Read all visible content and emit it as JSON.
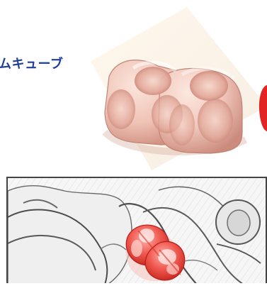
{
  "title": "ムキューブ",
  "images": {
    "product": {
      "icon": "pessary-cube-product-image",
      "colors": {
        "light": "#f6d7ce",
        "mid": "#e7b0a0",
        "dark": "#c68677",
        "accent": "#e32424"
      }
    },
    "anatomy": {
      "icon": "pelvic-anatomy-illustration",
      "colors": {
        "sketch": "#444444",
        "highlight": "#e43b35",
        "soft": "#f3f3f3"
      }
    }
  }
}
